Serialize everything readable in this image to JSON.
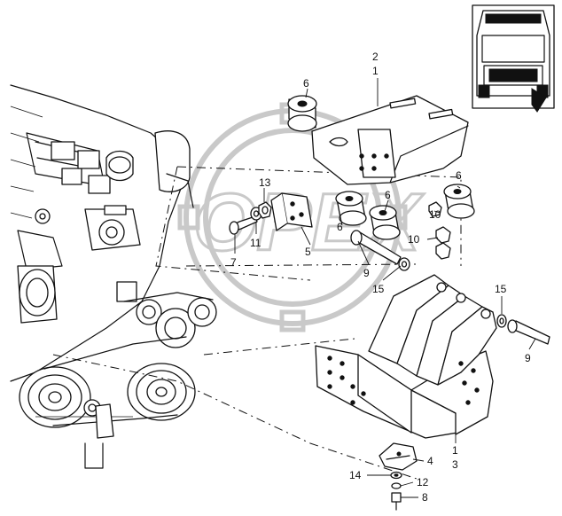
{
  "watermark": {
    "text": "OPEX"
  },
  "callouts": [
    {
      "id": "c-2",
      "text": "2"
    },
    {
      "id": "c-1a",
      "text": "1"
    },
    {
      "id": "c-6a",
      "text": "6"
    },
    {
      "id": "c-13",
      "text": "13"
    },
    {
      "id": "c-11",
      "text": "11"
    },
    {
      "id": "c-7",
      "text": "7"
    },
    {
      "id": "c-5",
      "text": "5"
    },
    {
      "id": "c-6b",
      "text": "6"
    },
    {
      "id": "c-6c",
      "text": "6"
    },
    {
      "id": "c-6d",
      "text": "6"
    },
    {
      "id": "c-10a",
      "text": "10"
    },
    {
      "id": "c-10b",
      "text": "10"
    },
    {
      "id": "c-9a",
      "text": "9"
    },
    {
      "id": "c-15a",
      "text": "15"
    },
    {
      "id": "c-15b",
      "text": "15"
    },
    {
      "id": "c-9b",
      "text": "9"
    },
    {
      "id": "c-1b",
      "text": "1"
    },
    {
      "id": "c-3",
      "text": "3"
    },
    {
      "id": "c-4",
      "text": "4"
    },
    {
      "id": "c-14",
      "text": "14"
    },
    {
      "id": "c-12",
      "text": "12"
    },
    {
      "id": "c-8",
      "text": "8"
    }
  ]
}
